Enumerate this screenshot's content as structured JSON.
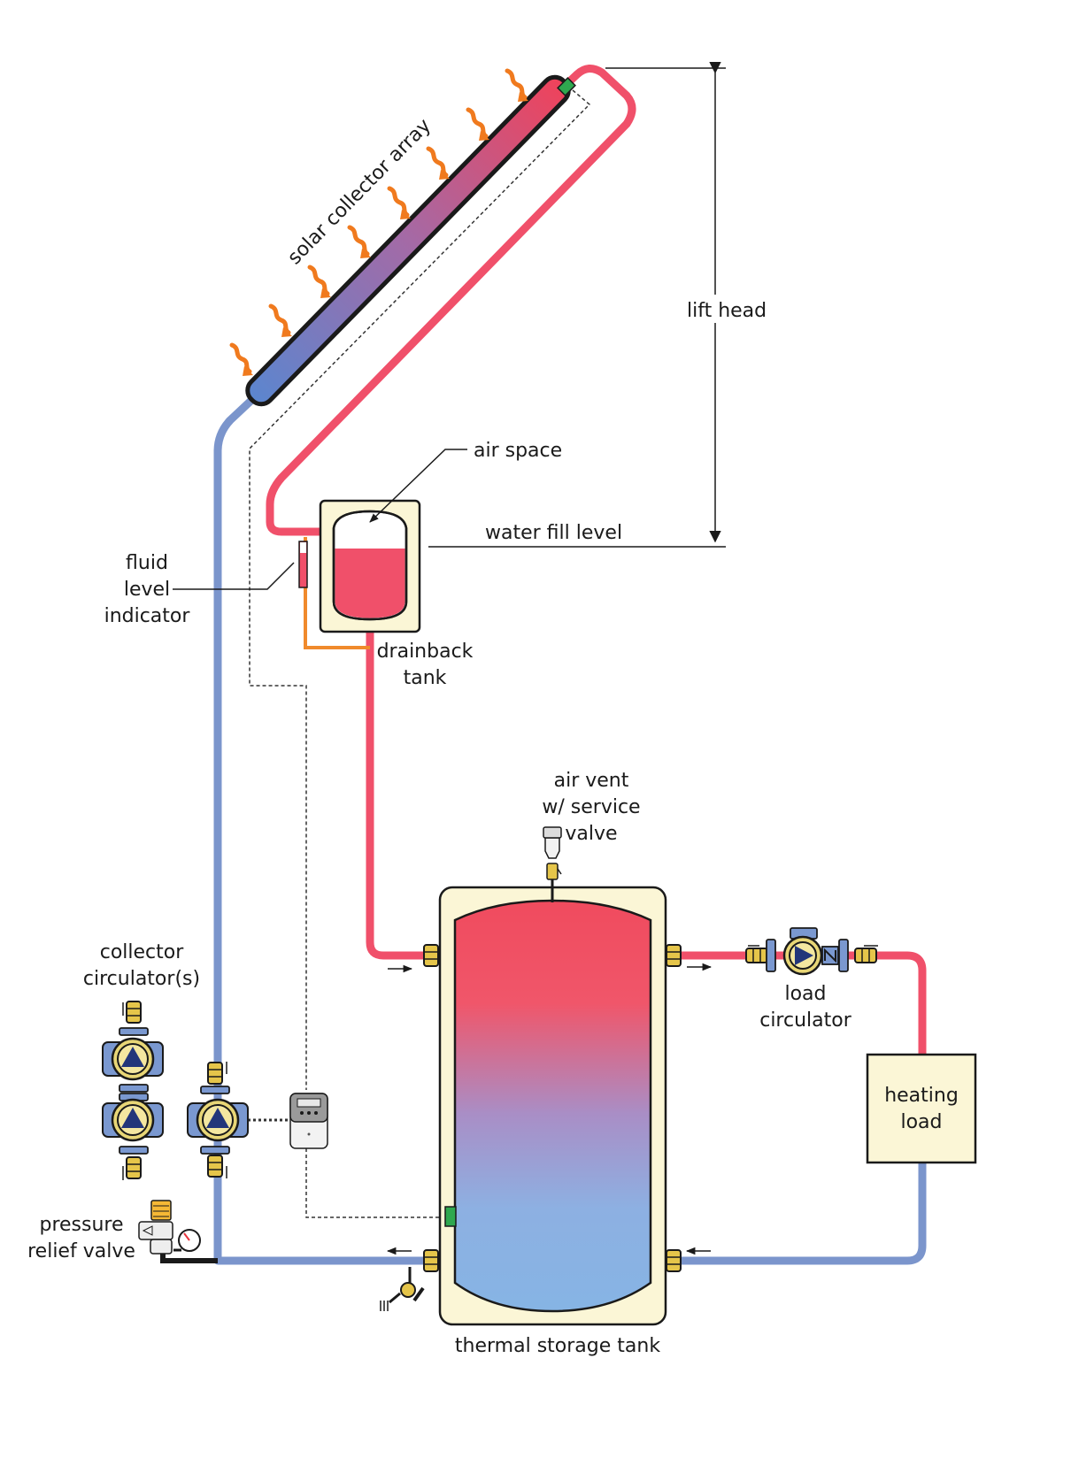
{
  "labels": {
    "collector_array": "solar collector array",
    "lift_head": "lift head",
    "air_space": "air space",
    "water_fill_level": "water fill level",
    "fluid_level_1": "fluid",
    "fluid_level_2": "level",
    "fluid_level_3": "indicator",
    "drainback_1": "drainback",
    "drainback_2": "tank",
    "air_vent_1": "air vent",
    "air_vent_2": "w/ service",
    "air_vent_3": "valve",
    "collector_circ_1": "collector",
    "collector_circ_2": "circulator(s)",
    "load_circ_1": "load",
    "load_circ_2": "circulator",
    "heating_load_1": "heating",
    "heating_load_2": "load",
    "prv_1": "pressure",
    "prv_2": "relief valve",
    "storage_tank": "thermal storage tank"
  },
  "colors": {
    "hot_pipe": "#f0506a",
    "cold_pipe": "#7b95cc",
    "drain_line": "#f08a2c",
    "tank_jacket": "#fbf6d6",
    "heat_arrow": "#f07a1e",
    "fitting_brass": "#e5c54a",
    "pump_body": "#7a98d0",
    "pump_triangle": "#23367a",
    "sensor_green": "#2fa84f"
  }
}
